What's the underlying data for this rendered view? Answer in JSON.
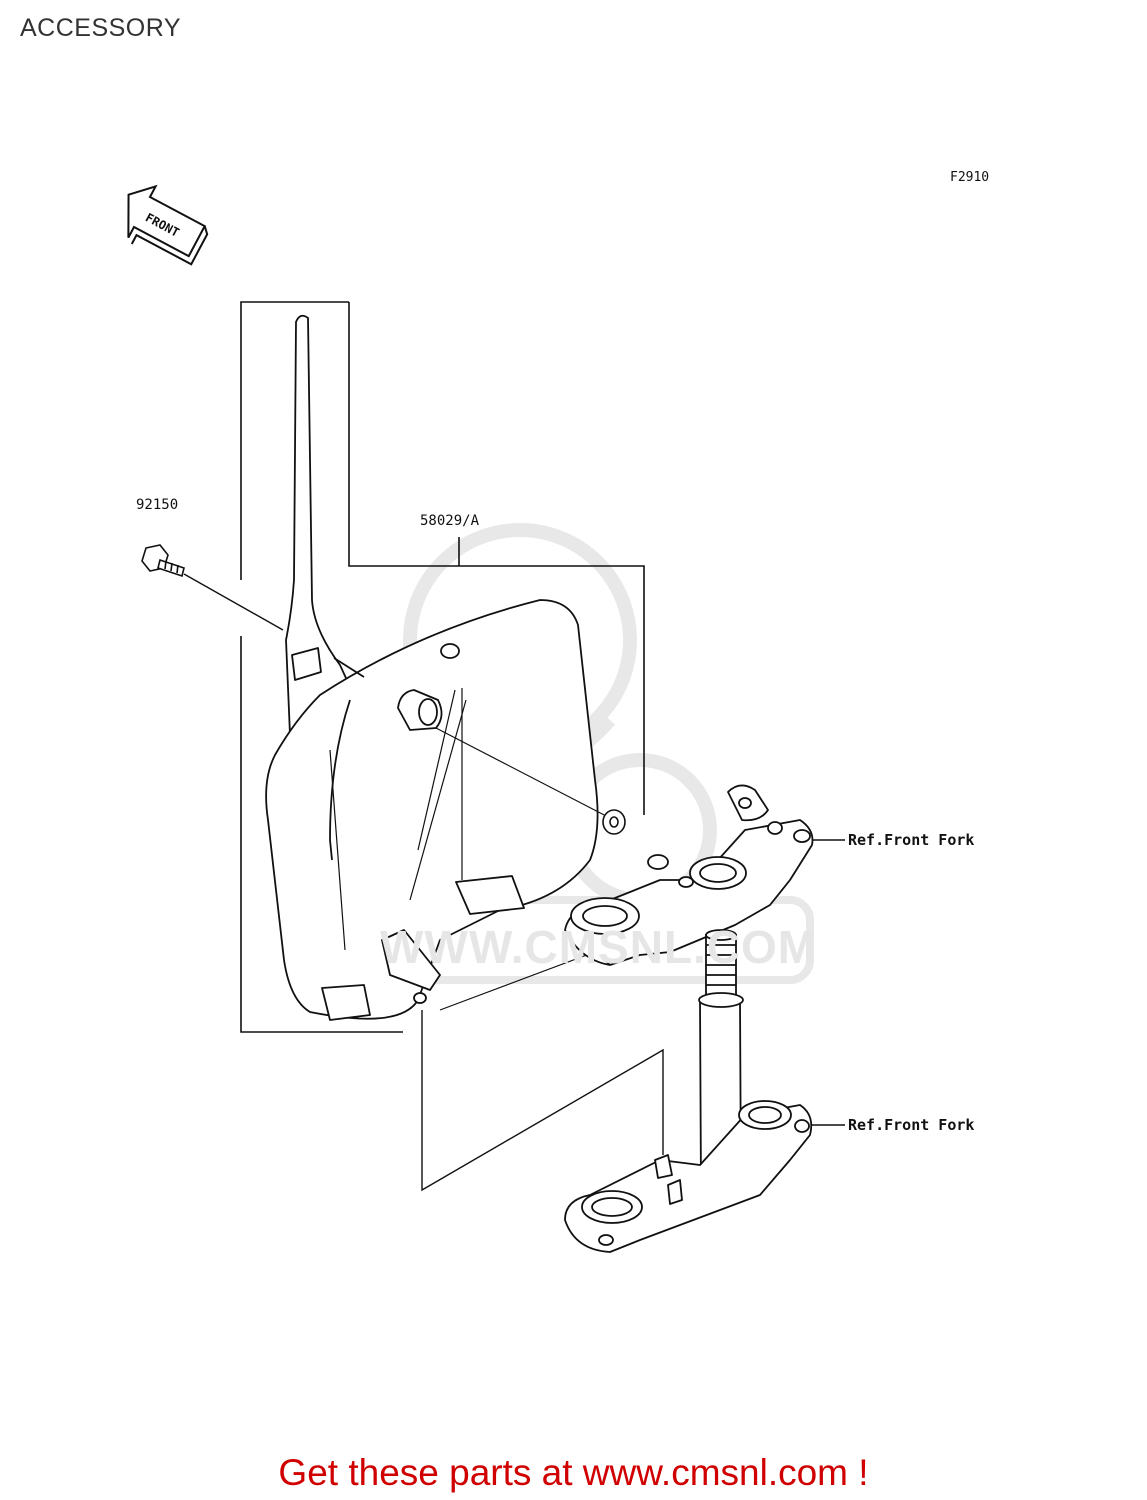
{
  "header": {
    "title": "ACCESSORY"
  },
  "figure": {
    "code": "F2910",
    "front_indicator": "FRONT"
  },
  "parts": [
    {
      "number": "92150"
    },
    {
      "number": "58029/A"
    }
  ],
  "references": [
    {
      "text": "Ref.Front Fork"
    },
    {
      "text": "Ref.Front Fork"
    }
  ],
  "watermark": {
    "text": "WWW.CMSNL.COM"
  },
  "footer": {
    "cta": "Get these parts at www.cmsnl.com !"
  },
  "colors": {
    "cta": "#d00000",
    "line": "#111111",
    "watermark": "#e6e6e6"
  },
  "icons": [
    "front-arrow-icon",
    "bolt-icon",
    "fork-guard-icon",
    "upper-triple-clamp-icon",
    "lower-triple-clamp-icon",
    "stem-icon"
  ]
}
